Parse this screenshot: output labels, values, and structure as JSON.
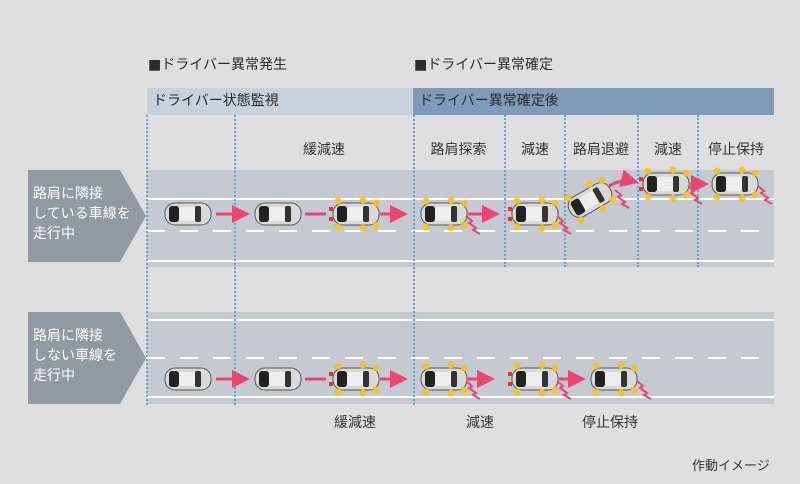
{
  "events": {
    "anomaly_detected": "■ドライバー異常発生",
    "anomaly_confirmed": "■ドライバー異常確定"
  },
  "header": {
    "monitoring": "ドライバー状態監視",
    "after_confirmed": "ドライバー異常確定後"
  },
  "top_phases": [
    {
      "label": "緩減速"
    },
    {
      "label": "路肩探索"
    },
    {
      "label": "減速"
    },
    {
      "label": "路肩退避"
    },
    {
      "label": "減速"
    },
    {
      "label": "停止保持"
    }
  ],
  "lanes": [
    {
      "label": "路肩に隣接\nしている車線を\n走行中"
    },
    {
      "label": "路肩に隣接\nしない車線を\n走行中"
    }
  ],
  "bottom_phases": [
    {
      "label": "緩減速"
    },
    {
      "label": "減速"
    },
    {
      "label": "停止保持"
    }
  ],
  "caption": "作動イメージ",
  "colors": {
    "background": "#dfdfdf",
    "road": "#c5c9d1",
    "header_light": "#c7d3dc",
    "header_dark": "#7f9bb8",
    "lane_label": "#909aa2",
    "arrow": "#e8466e",
    "hazard": "#f7c21b",
    "guide_line": "#5aa2e0"
  }
}
